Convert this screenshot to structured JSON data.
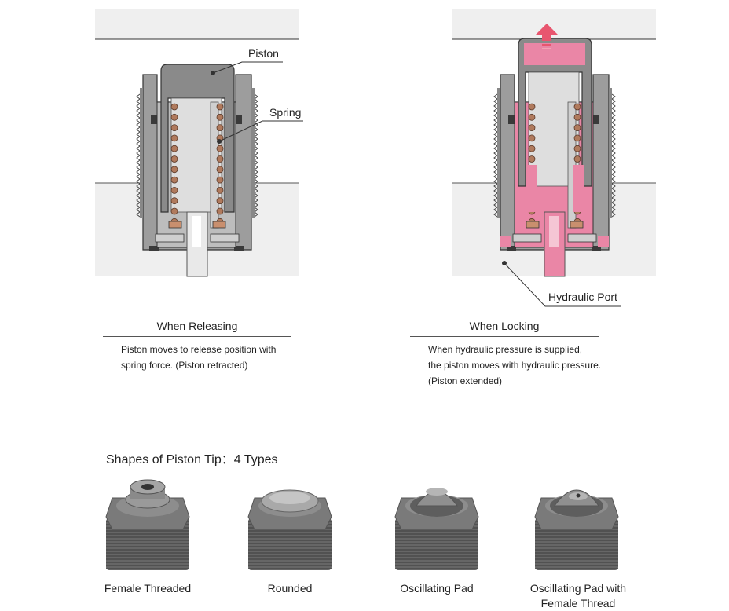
{
  "diagram_left": {
    "labels": {
      "piston": "Piston",
      "spring": "Spring"
    },
    "caption_title": "When Releasing",
    "caption_lines": [
      "Piston moves to release position with",
      "spring force.  (Piston retracted)"
    ]
  },
  "diagram_right": {
    "labels": {
      "port": "Hydraulic Port"
    },
    "caption_title": "When Locking",
    "caption_lines": [
      "When hydraulic pressure is supplied,",
      "the piston moves with hydraulic pressure.",
      "(Piston extended)"
    ]
  },
  "tips_section": {
    "heading": "Shapes of Piston Tip：4 Types",
    "types": [
      {
        "label": "Female Threaded",
        "tip": "female-threaded"
      },
      {
        "label": "Rounded",
        "tip": "rounded"
      },
      {
        "label": "Oscillating Pad",
        "tip": "oscillating-pad"
      },
      {
        "label": "Oscillating Pad with Female Thread",
        "tip": "oscillating-pad-female-thread"
      }
    ]
  },
  "colors": {
    "hydraulic": "#ea86a6",
    "body": "#9d9d9d",
    "piston": "#8a8a8a",
    "spring": "#b07a5d",
    "block": "#efefef",
    "arrow": "#e8566f"
  }
}
